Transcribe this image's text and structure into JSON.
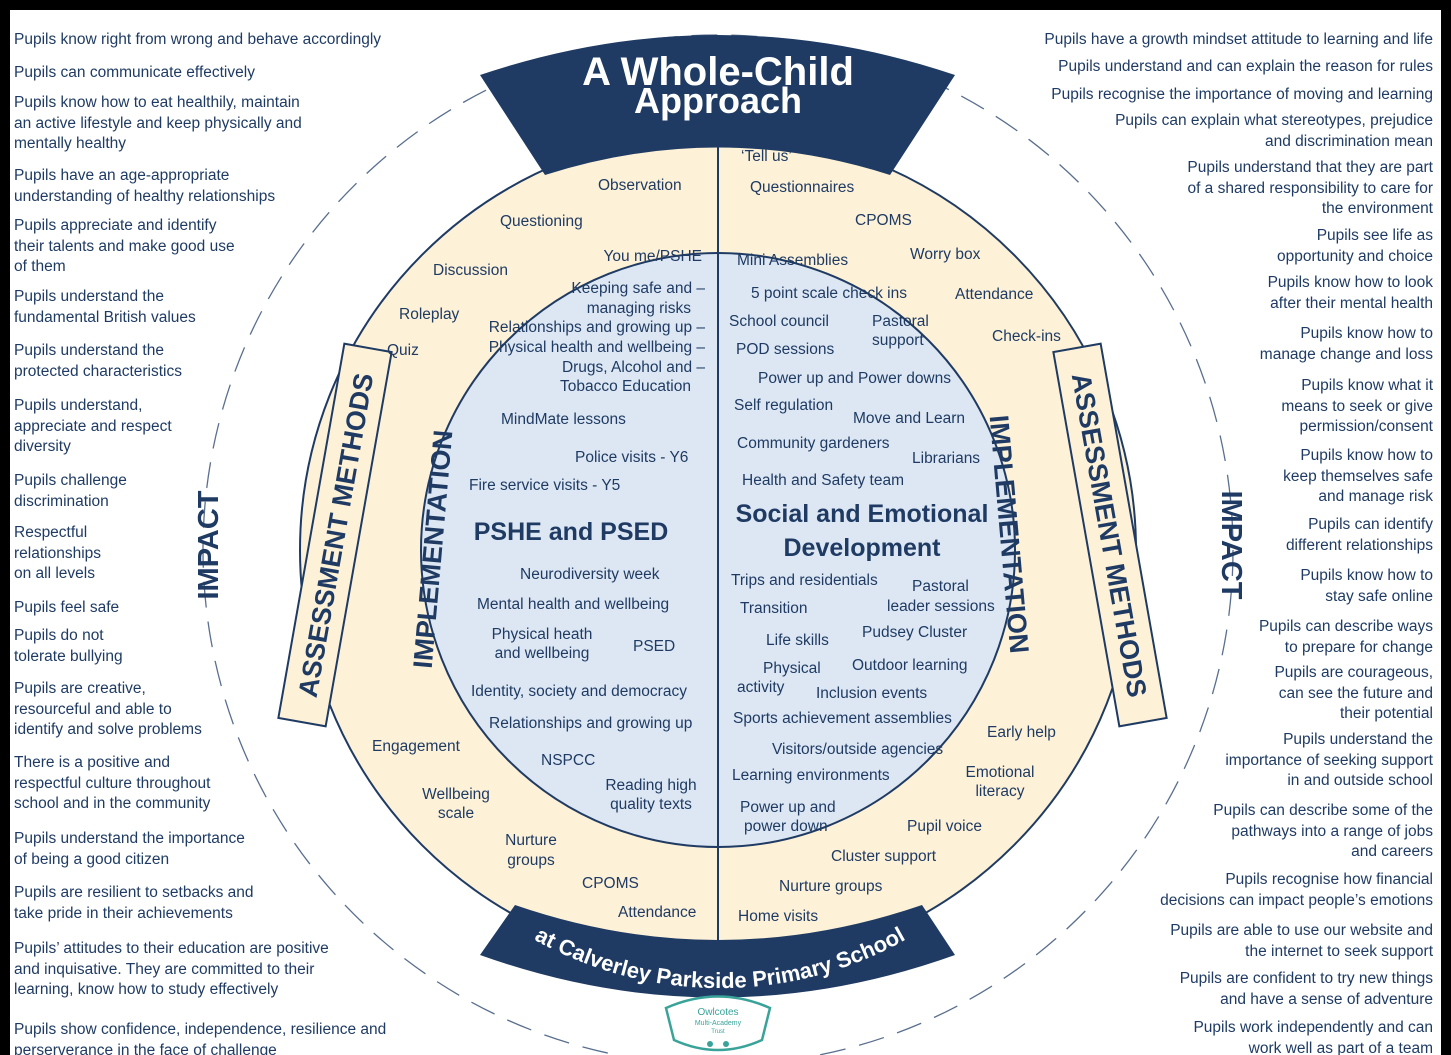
{
  "title": [
    "A Whole-Child",
    "Approach"
  ],
  "footer_banner": "at Calverley Parkside Primary School",
  "logo": {
    "text_lines": [
      "Owlcotes",
      "Multi-Academy",
      "Trust"
    ],
    "color": "#3aa399"
  },
  "colors": {
    "navy": "#1f3b63",
    "ring": "#fdf1d8",
    "inner": "#dde7f3",
    "text": "#1f3b63"
  },
  "ring_labels": {
    "impact": "IMPACT",
    "assessment": "ASSESSMENT METHODS",
    "implementation": "IMPLEMENTATION"
  },
  "left_impact": [
    [
      "Pupils know right from wrong and behave accordingly"
    ],
    [
      "Pupils can communicate effectively"
    ],
    [
      "Pupils know how to eat healthily, maintain",
      "an active lifestyle and keep physically and",
      "mentally healthy"
    ],
    [
      "Pupils have an age-appropriate",
      "understanding of healthy relationships"
    ],
    [
      "Pupils appreciate and identify",
      "their talents and make good use",
      "of them"
    ],
    [
      "Pupils understand the",
      "fundamental British values"
    ],
    [
      "Pupils understand the",
      "protected characteristics"
    ],
    [
      "Pupils understand,",
      "appreciate and respect",
      "diversity"
    ],
    [
      "Pupils challenge",
      "discrimination"
    ],
    [
      "Respectful",
      "relationships",
      "on all levels"
    ],
    [
      "Pupils feel safe"
    ],
    [
      "Pupils do not",
      "tolerate bullying"
    ],
    [
      "Pupils are creative,",
      "resourceful and able to",
      "identify and solve problems"
    ],
    [
      "There is a positive and",
      "respectful culture throughout",
      "school and in the community"
    ],
    [
      "Pupils understand the importance",
      "of being a good citizen"
    ],
    [
      "Pupils are resilient to setbacks and",
      "take pride in their achievements"
    ],
    [
      "Pupils’ attitudes to their education are positive",
      "and inquisative. They are committed to their",
      "learning, know how to study effectively"
    ],
    [
      "Pupils show confidence, independence, resilience and",
      "perserverance in the face of challenge"
    ]
  ],
  "right_impact": [
    [
      "Pupils have a growth mindset attitude to learning and life"
    ],
    [
      "Pupils understand and can explain the reason for rules"
    ],
    [
      "Pupils recognise the importance of moving and learning"
    ],
    [
      "Pupils can explain what stereotypes, prejudice",
      "and discrimination mean"
    ],
    [
      "Pupils understand that they are part",
      "of a shared responsibility to care for",
      "the environment"
    ],
    [
      "Pupils see life as",
      "opportunity and choice"
    ],
    [
      "Pupils know how to look",
      "after their mental health"
    ],
    [
      "Pupils know how to",
      "manage change and loss"
    ],
    [
      "Pupils know what it",
      "means to seek or give",
      "permission/consent"
    ],
    [
      "Pupils know how to",
      "keep themselves safe",
      "and manage risk"
    ],
    [
      "Pupils can identify",
      "different relationships"
    ],
    [
      "Pupils know how to",
      "stay safe online"
    ],
    [
      "Pupils can describe ways",
      "to prepare for change"
    ],
    [
      "Pupils are courageous,",
      "can see the future and",
      "their potential"
    ],
    [
      "Pupils understand the",
      "importance of seeking support",
      "in and outside school"
    ],
    [
      "Pupils can describe some of the",
      "pathways into a range of jobs",
      "and careers"
    ],
    [
      "Pupils recognise how financial",
      "decisions can impact people’s emotions"
    ],
    [
      "Pupils are able to use our website and",
      "the internet to seek support"
    ],
    [
      "Pupils are confident to try new things",
      "and have a sense of adventure"
    ],
    [
      "Pupils work independently and can",
      "work well as part of a team"
    ]
  ],
  "left_assessment": [
    "Observation",
    "Questioning",
    "Discussion",
    "Roleplay",
    "Quiz",
    "Engagement",
    "Wellbeing",
    "scale",
    "Nurture",
    "groups",
    "CPOMS",
    "Attendance"
  ],
  "right_assessment": [
    "‘Tell us’",
    "Questionnaires",
    "CPOMS",
    "Worry box",
    "Attendance",
    "Check-ins",
    "Early help",
    "Emotional",
    "literacy",
    "Pupil voice",
    "Cluster support",
    "Nurture groups",
    "Home visits"
  ],
  "pshe_heading": "PSHE and PSED",
  "pshe_items": [
    "You me/PSHE",
    "Keeping safe and –",
    "managing risks",
    "Relationships and growing up –",
    "Physical health and wellbeing –",
    "Drugs, Alcohol and –",
    "Tobacco Education",
    "MindMate lessons",
    "Police visits - Y6",
    "Fire service visits - Y5",
    "Neurodiversity week",
    "Mental health and wellbeing",
    "Physical heath",
    "and wellbeing",
    "PSED",
    "Identity, society and democracy",
    "Relationships and growing up",
    "NSPCC",
    "Reading high",
    "quality texts"
  ],
  "sed_heading": [
    "Social and Emotional",
    "Development"
  ],
  "sed_items": [
    "Mini Assemblies",
    "5 point scale check ins",
    "School council",
    "Pastoral",
    "support",
    "POD sessions",
    "Power up and Power downs",
    "Self regulation",
    "Move and Learn",
    "Community gardeners",
    "Librarians",
    "Health and Safety team",
    "Trips and residentials",
    "Pastoral",
    "Transition",
    "leader sessions",
    "Life skills",
    "Pudsey Cluster",
    "Physical",
    "activity",
    "Outdoor learning",
    "Inclusion events",
    "Sports achievement assemblies",
    "Visitors/outside agencies",
    "Learning environments",
    "Power up and",
    "power down"
  ]
}
